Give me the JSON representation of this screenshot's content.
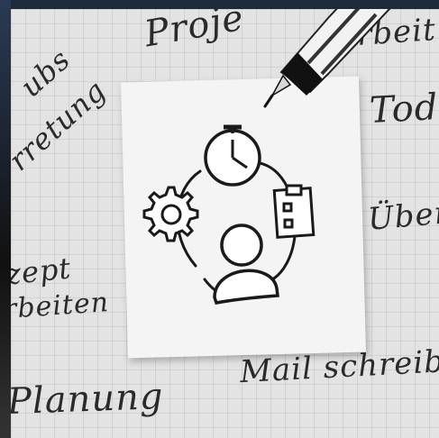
{
  "image": {
    "description_labels": {
      "top": "Proje",
      "top_right": "rbeit",
      "upper_left_1": "ubs",
      "upper_left_2": "rretung",
      "right_1": "Tod",
      "right_2": "Über",
      "left_1": "zept",
      "left_2": "rbeiten",
      "bottom_middle": "Mail schreiben",
      "bottom_left": "Planung"
    },
    "colors": {
      "background": "#e3e3e3",
      "note": "#f4f4f4",
      "ink": "#1a1a1a"
    },
    "icons": [
      "clock-icon",
      "gear-icon",
      "clipboard-icon",
      "person-icon",
      "pen-icon"
    ]
  }
}
